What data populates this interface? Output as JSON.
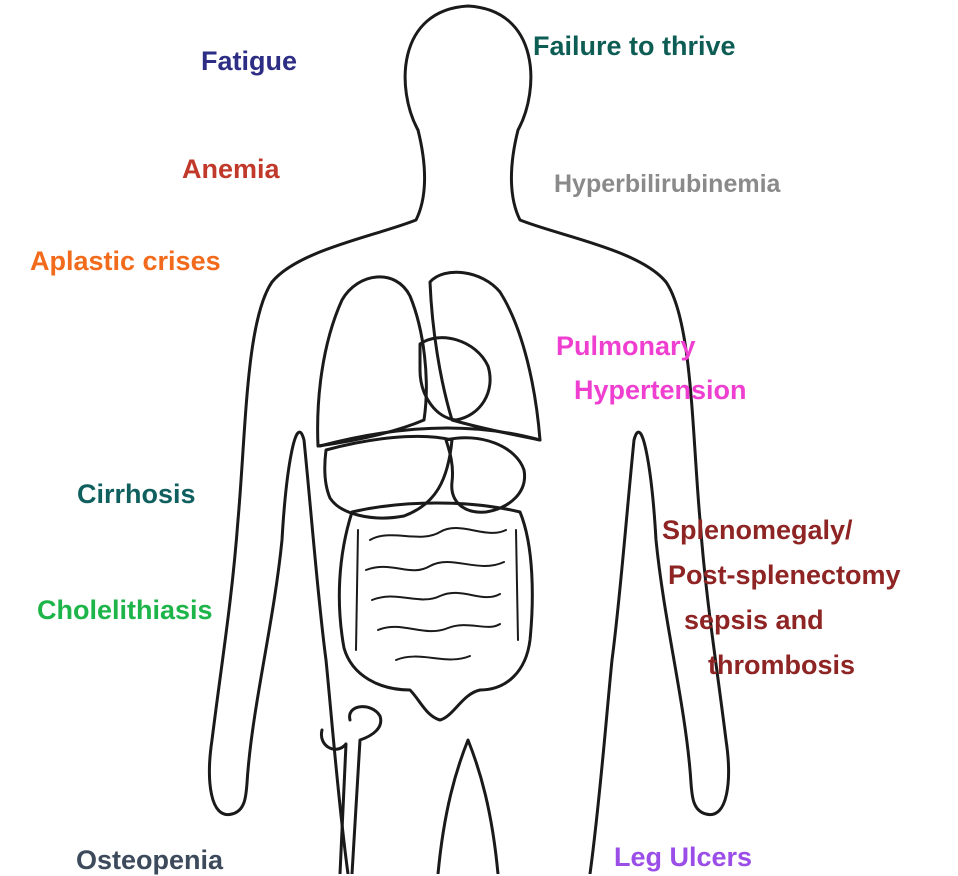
{
  "labels": {
    "fatigue": {
      "text": "Fatigue",
      "color": "#2e2d86"
    },
    "failure_to_thrive": {
      "text": "Failure to thrive",
      "color": "#0e5d55"
    },
    "anemia": {
      "text": "Anemia",
      "color": "#c0392b"
    },
    "hyperbilirubinemia": {
      "text": "Hyperbilirubinemia",
      "color": "#8a8a8a"
    },
    "aplastic_crises": {
      "text": "Aplastic crises",
      "color": "#f26a1b"
    },
    "pulmonary_hypertension": {
      "lines": [
        "Pulmonary",
        "Hypertension"
      ],
      "color": "#ef3fd0"
    },
    "cirrhosis": {
      "text": "Cirrhosis",
      "color": "#0f5f5f"
    },
    "splenomegaly": {
      "lines": [
        "Splenomegaly/",
        "Post-splenectomy",
        "sepsis and",
        "thrombosis"
      ],
      "color": "#8e2424"
    },
    "cholelithiasis": {
      "text": "Cholelithiasis",
      "color": "#1db54a"
    },
    "osteopenia": {
      "text": "Osteopenia",
      "color": "#3d4a5c"
    },
    "leg_ulcers": {
      "text": "Leg Ulcers",
      "color": "#9b4de8"
    }
  },
  "icons": [
    "human-body-outline-icon",
    "lungs-icon",
    "heart-icon",
    "liver-icon",
    "stomach-icon",
    "intestines-icon",
    "femur-bone-icon"
  ]
}
